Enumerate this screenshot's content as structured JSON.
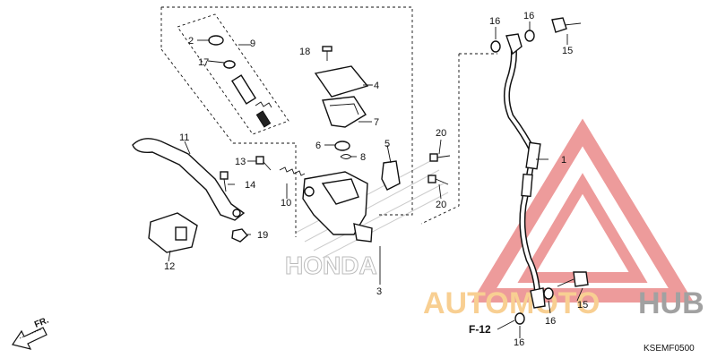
{
  "diagram": {
    "code": "KSEMF0500",
    "ref_label": "F-12",
    "fr_label": "FR.",
    "brand_stamp": "HONDA",
    "watermark": {
      "text_a": "AUTO",
      "text_b": "MOTO",
      "text_c": "HUB",
      "color_red": "#e04a4a",
      "color_orange": "#f3a93a",
      "color_gray": "#555555"
    },
    "callouts": [
      "1",
      "2",
      "3",
      "4",
      "5",
      "6",
      "7",
      "8",
      "9",
      "10",
      "11",
      "12",
      "13",
      "14",
      "15",
      "15",
      "16",
      "16",
      "16",
      "16",
      "17",
      "18",
      "19",
      "20",
      "20"
    ]
  }
}
